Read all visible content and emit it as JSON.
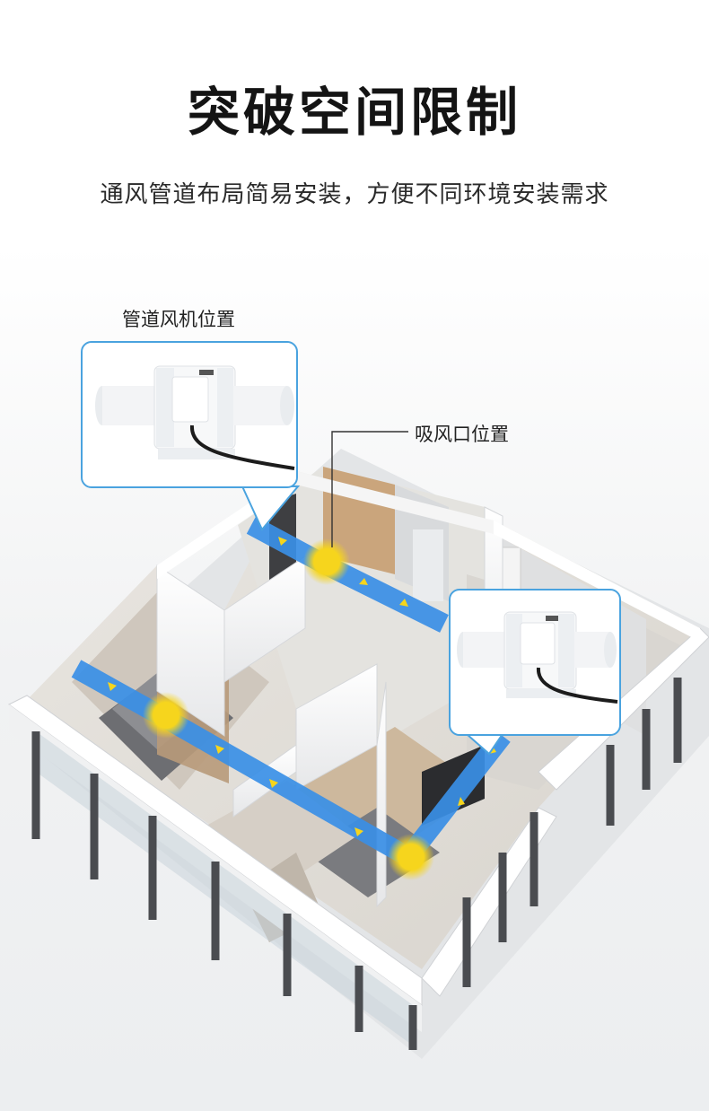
{
  "headline": "突破空间限制",
  "subline": "通风管道布局简易安装，方便不同环境安装需求",
  "labels": {
    "fan_position": "管道风机位置",
    "inlet_position": "吸风口位置"
  },
  "colors": {
    "duct_blue": "#3a8fe6",
    "vent_yellow": "#f6d51d",
    "callout_border": "#4aa3df"
  },
  "icons": {
    "duct_fan": "inline-duct-fan-icon",
    "vent": "air-vent-icon",
    "flow": "airflow-arrow-icon"
  }
}
